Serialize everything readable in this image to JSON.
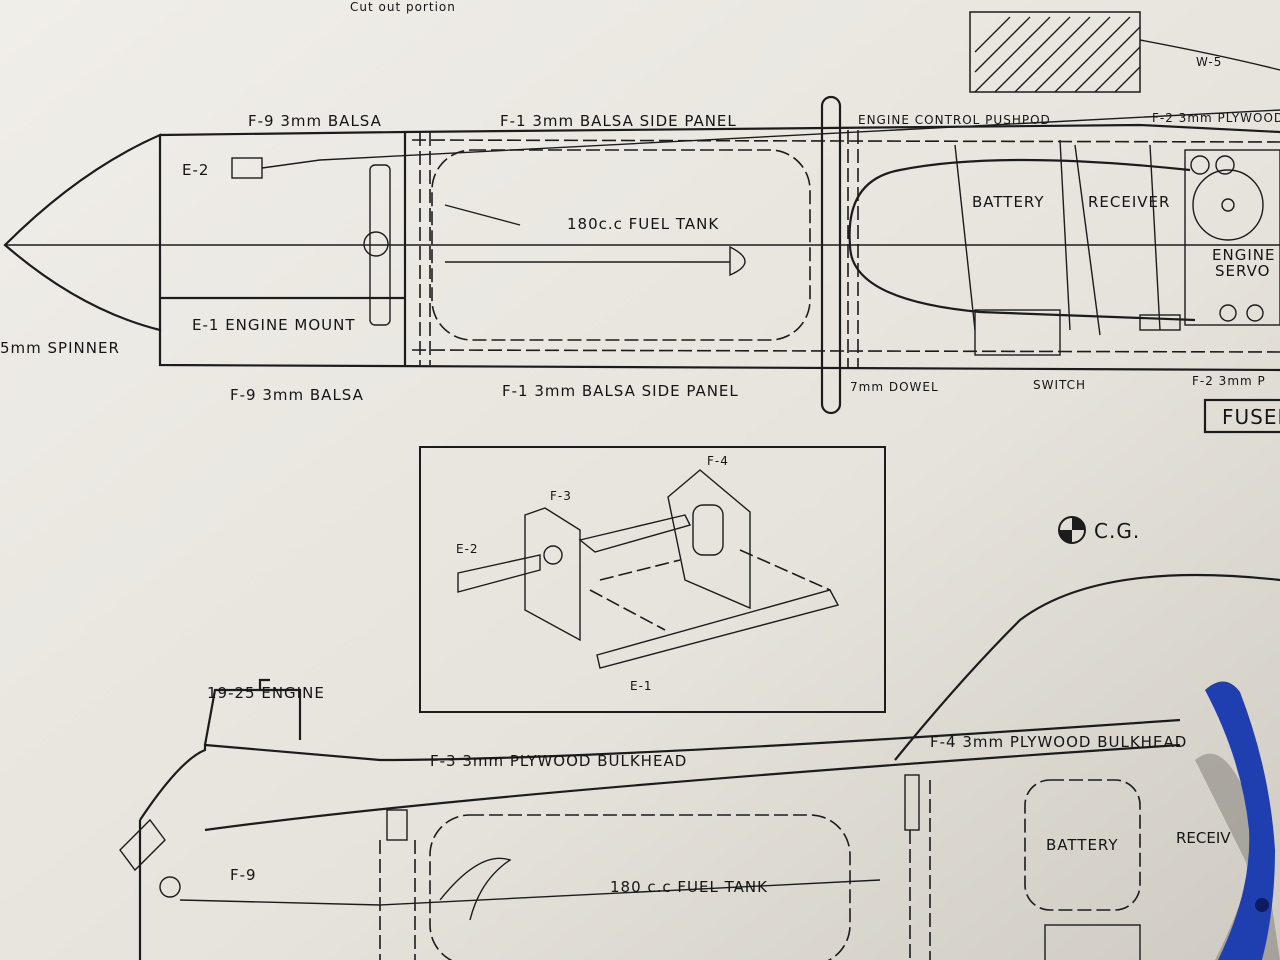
{
  "top_area": {
    "cut_out": "Cut out portion",
    "wing_part": "W-5"
  },
  "top_view": {
    "f9_top": "F-9 3mm BALSA",
    "f1_top": "F-1 3mm BALSA SIDE PANEL",
    "pushrod": "ENGINE CONTROL PUSHPOD",
    "f2_top": "F-2 3mm PLYWOOD",
    "e2": "E-2",
    "fuel_tank": "180c.c FUEL TANK",
    "battery": "BATTERY",
    "receiver": "RECEIVER",
    "servo_line1": "ENGINE",
    "servo_line2": "SERVO",
    "e1": "E-1 ENGINE MOUNT",
    "spinner": "5mm SPINNER",
    "f9_bottom": "F-9 3mm BALSA",
    "f1_bottom": "F-1 3mm BALSA SIDE PANEL",
    "dowel": "7mm DOWEL",
    "switch": "SWITCH",
    "f2_bottom": "F-2 3mm P",
    "fuselage_box": "FUSEL"
  },
  "inset": {
    "f4": "F-4",
    "f3": "F-3",
    "e2": "E-2",
    "e1": "E-1"
  },
  "cg": "C.G.",
  "side_view": {
    "engine": "19-25 ENGINE",
    "f3": "F-3 3mm PLYWOOD BULKHEAD",
    "f4": "F-4 3mm PLYWOOD BULKHEAD",
    "f9": "F-9",
    "fuel_tank": "180 c.c FUEL TANK",
    "battery": "BATTERY",
    "receiver": "RECEIV"
  },
  "colors": {
    "paper": "#e9e6df",
    "ink": "#1c1c1c",
    "clamp": "#1f3fb0"
  }
}
